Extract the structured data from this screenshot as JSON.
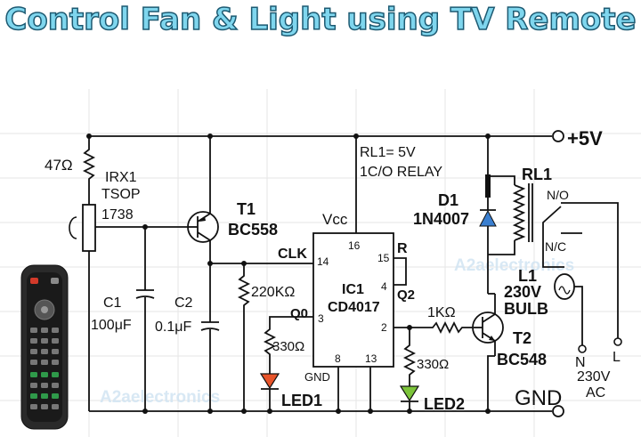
{
  "title": "Control Fan & Light using TV Remote",
  "rails": {
    "vcc": "+5V",
    "gnd": "GND"
  },
  "components": {
    "r_47": "47Ω",
    "irx1_name": "IRX1",
    "irx1_type": "TSOP",
    "irx1_part": "1738",
    "t1_name": "T1",
    "t1_part": "BC558",
    "c1_name": "C1",
    "c1_value": "100μF",
    "c2_name": "C2",
    "c2_value": "0.1μF",
    "r_220k": "220KΩ",
    "r_330_led1": "330Ω",
    "led1": "LED1",
    "ic1_name": "IC1",
    "ic1_part": "CD4017",
    "vcc_label": "Vcc",
    "clk_label": "CLK",
    "q0_label": "Q0",
    "q2_label": "Q2",
    "r_label": "R",
    "gnd_pin_label": "GND",
    "pin_16": "16",
    "pin_15": "15",
    "pin_14": "14",
    "pin_4": "4",
    "pin_3": "3",
    "pin_2": "2",
    "pin_8": "8",
    "pin_13": "13",
    "relay_spec": "RL1= 5V",
    "relay_type": "1C/O RELAY",
    "d1_name": "D1",
    "d1_part": "1N4007",
    "r_1k": "1KΩ",
    "r_330_led2": "330Ω",
    "led2": "LED2",
    "t2_name": "T2",
    "t2_part": "BC548",
    "rl1_name": "RL1",
    "no_label": "N/O",
    "nc_label": "N/C",
    "l1_name": "L1",
    "l1_rating": "230V",
    "l1_type": "BULB",
    "mains_n": "N",
    "mains_l": "L",
    "mains_voltage": "230V",
    "mains_type": "AC"
  },
  "watermark": "A2aelectronics",
  "colors": {
    "title_fill": "#7fd6ee",
    "title_outline": "#1d5a72",
    "led1": "#e8542a",
    "led2": "#7cc43a",
    "diode": "#3a7fd0"
  }
}
